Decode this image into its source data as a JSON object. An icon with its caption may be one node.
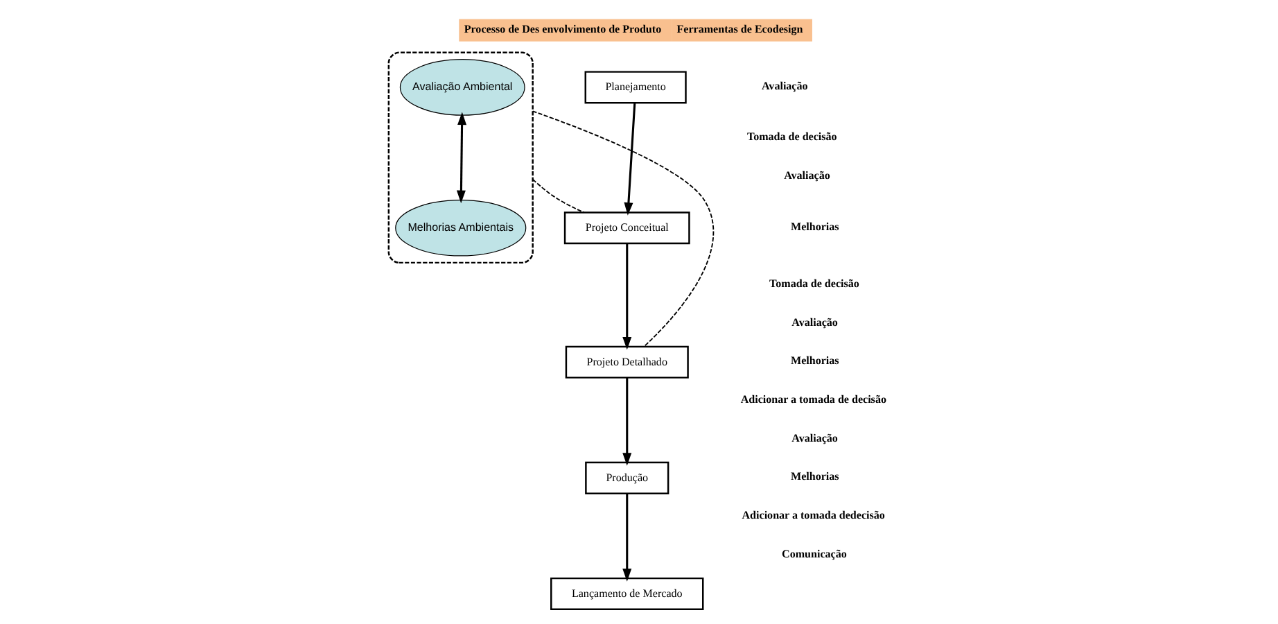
{
  "diagram": {
    "nodes": [
      {
        "text": [
          "Processo de Des envolvimento de Produto",
          "Ferramentas de Ecodesign"
        ]
      },
      {
        "text": [],
        "shape": "box"
      },
      {
        "text": [
          "Avaliação Ambiental"
        ],
        "in": 1
      },
      {
        "text": [
          "Melhorias Ambientais"
        ],
        "in": 1
      },
      {
        "text": [
          "Planejamento"
        ]
      },
      {
        "text": [
          "Projeto Conceitual"
        ]
      },
      {
        "text": [
          "Projeto Detalhado"
        ]
      },
      {
        "text": [
          "Produção"
        ]
      },
      {
        "text": [
          "Lançamento de Mercado"
        ]
      }
    ],
    "edges": [
      {
        "from": 2,
        "to": 3,
        "arrow": "both"
      },
      {
        "from": 1,
        "to": 5,
        "arrow": "none",
        "style": "dashed"
      },
      {
        "from": 1,
        "to": 6,
        "arrow": "none",
        "style": "dashed"
      },
      {
        "from": 4,
        "to": 5,
        "arrow": "to"
      },
      {
        "from": 5,
        "to": 6,
        "arrow": "to"
      },
      {
        "from": 6,
        "to": 7,
        "arrow": "to"
      },
      {
        "from": 7,
        "to": 8,
        "arrow": "to"
      }
    ],
    "labels": [
      "Avaliação",
      "Tomada de decisão",
      "Avaliação",
      "Melhorias",
      "Tomada de decisão",
      "Avaliação",
      "Melhorias",
      "Adicionar a tomada de decisão",
      "Avaliação",
      "Melhorias",
      "Adicionar a tomada dedecisão",
      "Comunicação"
    ]
  }
}
